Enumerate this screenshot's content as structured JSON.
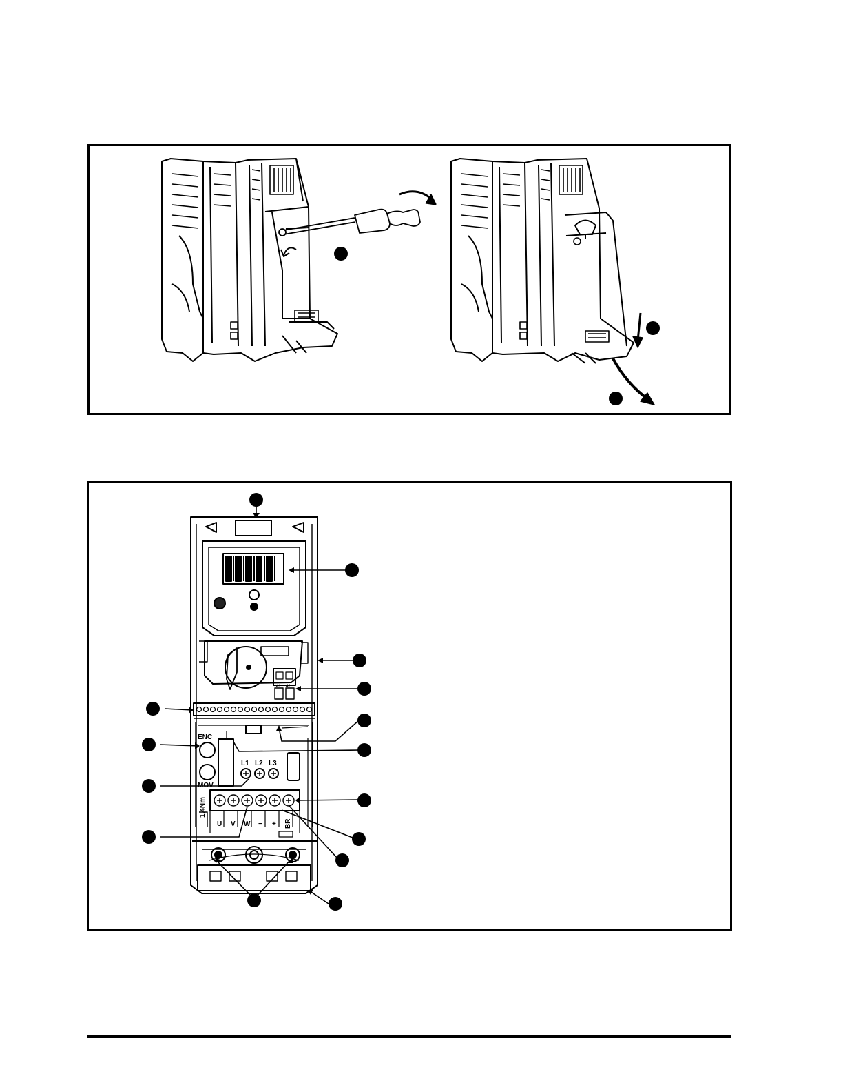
{
  "figure1": {
    "left_drive": {
      "callouts": [
        {
          "id": "step-1"
        }
      ]
    },
    "right_drive": {
      "callouts": [
        {
          "id": "step-2"
        },
        {
          "id": "step-3"
        }
      ]
    }
  },
  "figure2": {
    "terminal_labels": {
      "enc": "ENC",
      "mov": "MOV",
      "ground": "1.4Nm",
      "l1": "L1",
      "l2": "L2",
      "l3": "L3",
      "u": "U",
      "v": "V",
      "w": "W",
      "minus": "−",
      "plus": "+",
      "br": "BR",
      "relay_41": "41",
      "relay_42": "42"
    },
    "callout_count": 14
  },
  "colors": {
    "line": "#000000",
    "fill": "#ffffff",
    "link": "#3344cc"
  }
}
